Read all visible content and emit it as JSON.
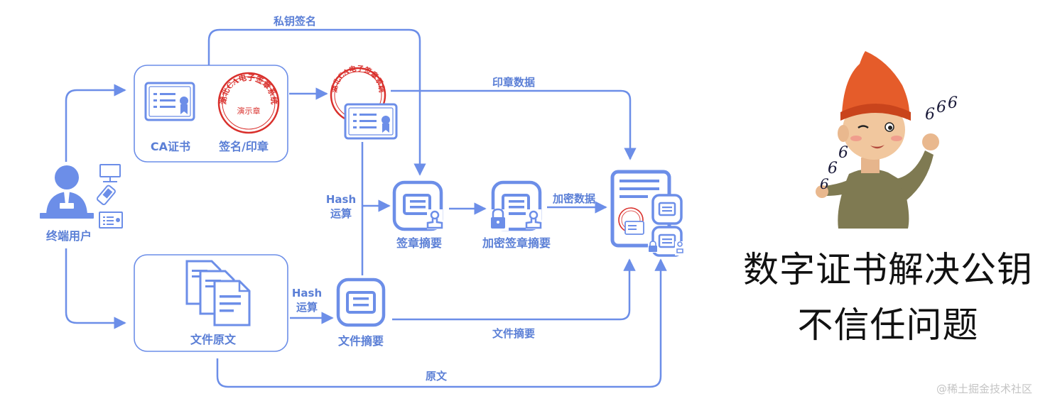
{
  "colors": {
    "primary": "#6c8ee8",
    "seal": "#d9302c",
    "text": "#5b7fd6"
  },
  "labels": {
    "private_key_sign": "私钥签名",
    "seal_data": "印章数据",
    "ca_cert": "CA证书",
    "sign_seal": "签名/印章",
    "hash_op_line1": "Hash",
    "hash_op_line2": "运算",
    "sign_digest": "签章摘要",
    "encrypted_sign_digest": "加密签章摘要",
    "encrypted_data": "加密数据",
    "terminal_user": "终端用户",
    "file_original": "文件原文",
    "file_digest": "文件摘要",
    "file_digest_edge": "文件摘要",
    "original": "原文"
  },
  "seal": {
    "ring_text": "湖北CA电子签章系统",
    "center_text": "演示章"
  },
  "icons": [
    "certificate-icon",
    "seal-stamp-icon",
    "user-icon",
    "computer-icon",
    "mobile-phone-icon",
    "id-card-icon",
    "documents-icon",
    "digest-icon",
    "lock-icon",
    "signed-document-icon"
  ],
  "headline": {
    "line1": "数字证书解决公钥",
    "line2": "不信任问题"
  },
  "watermark": "@稀土掘金技术社区"
}
